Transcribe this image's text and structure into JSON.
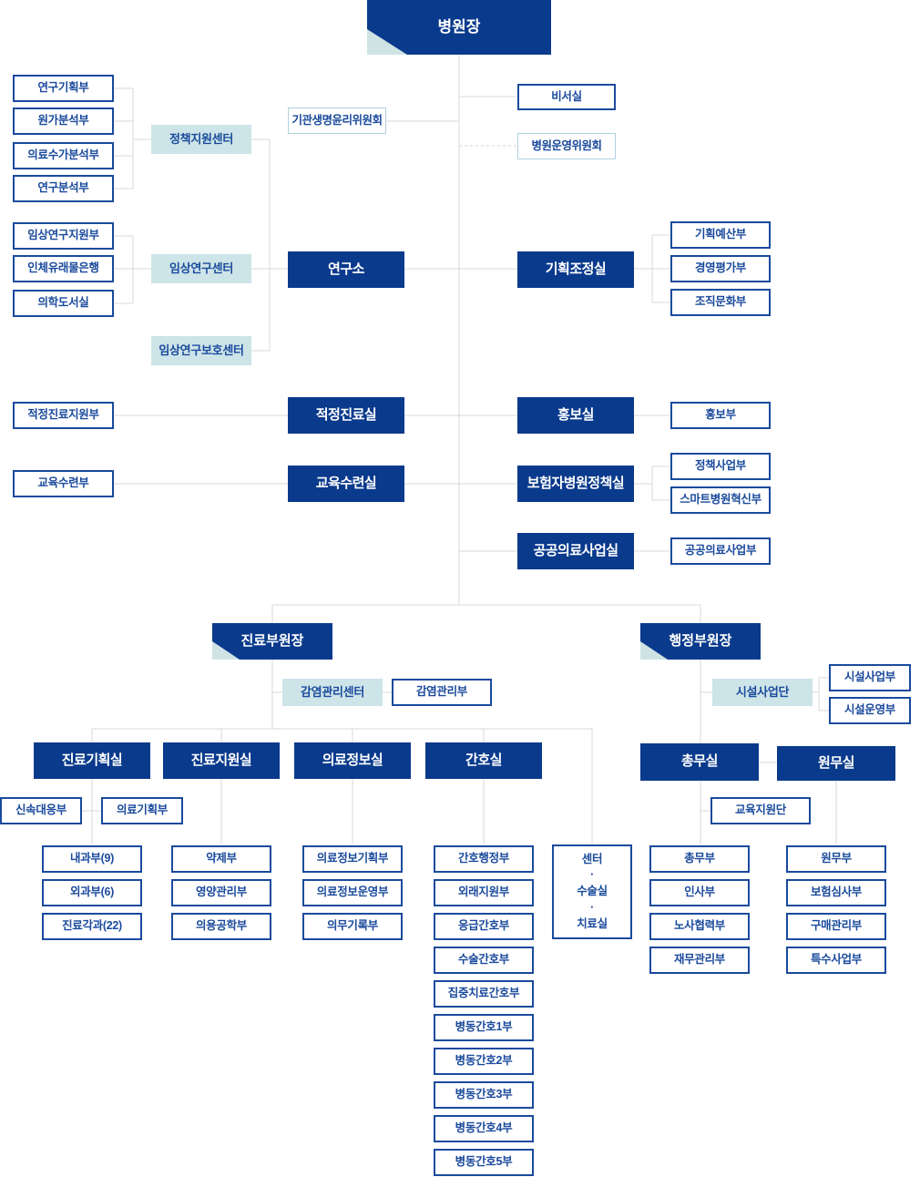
{
  "palette": {
    "primary_blue": "#0a3a8c",
    "navy_text_border": "#1a4a9c",
    "pale_center_fill": "#cde4e8",
    "pale_triangle": "#cfe3e5",
    "committee_border": "#b0d2e0",
    "connector_line": "#d9d9d9"
  },
  "nodes": {
    "ceo": "병원장",
    "secretary_office": "비서실",
    "irb_committee": "기관생명윤리위원회",
    "operation_committee": "병원운영위원회",
    "research_planning": "연구기획부",
    "cost_analysis": "원가분석부",
    "medical_fee_analysis": "의료수가분석부",
    "research_analysis": "연구분석부",
    "policy_support_center": "정책지원센터",
    "clinical_research_support": "임상연구지원부",
    "biobank": "인체유래물은행",
    "medical_library": "의학도서실",
    "clinical_research_center": "임상연구센터",
    "clinical_research_protection_center": "임상연구보호센터",
    "research_institute": "연구소",
    "planning_coordination_office": "기획조정실",
    "planning_budget": "기획예산부",
    "management_evaluation": "경영평가부",
    "org_culture": "조직문화부",
    "appropriate_care_support": "적정진료지원부",
    "appropriate_care_office": "적정진료실",
    "pr_office": "홍보실",
    "pr_dept": "홍보부",
    "education_training_dept": "교육수련부",
    "education_training_office": "교육수련실",
    "insurer_hospital_policy_office": "보험자병원정책실",
    "policy_business": "정책사업부",
    "smart_hospital_innovation": "스마트병원혁신부",
    "public_medical_office": "공공의료사업실",
    "public_medical_dept": "공공의료사업부",
    "medical_vice_president": "진료부원장",
    "admin_vice_president": "행정부원장",
    "infection_control_center": "감염관리센터",
    "infection_control_dept": "감염관리부",
    "facility_group": "시설사업단",
    "facility_business": "시설사업부",
    "facility_operation": "시설운영부",
    "medical_planning_office": "진료기획실",
    "medical_support_office": "진료지원실",
    "medical_info_office": "의료정보실",
    "nursing_office": "간호실",
    "general_affairs_office": "총무실",
    "admission_office": "원무실",
    "rapid_response": "신속대응부",
    "medical_planning_dept": "의료기획부",
    "education_support_group": "교육지원단",
    "internal_medicine": "내과부(9)",
    "surgery": "외과부(6)",
    "clinical_depts": "진료각과(22)",
    "pharmacy": "약제부",
    "nutrition": "영양관리부",
    "biomedical_engineering": "의용공학부",
    "medical_info_planning": "의료정보기획부",
    "medical_info_operation": "의료정보운영부",
    "medical_records": "의무기록부",
    "nursing_admin": "간호행정부",
    "outpatient_support": "외래지원부",
    "emergency_nursing": "응급간호부",
    "surgical_nursing": "수술간호부",
    "icu_nursing": "집중치료간호부",
    "ward_nursing_1": "병동간호1부",
    "ward_nursing_2": "병동간호2부",
    "ward_nursing_3": "병동간호3부",
    "ward_nursing_4": "병동간호4부",
    "ward_nursing_5": "병동간호5부",
    "general_affairs_dept": "총무부",
    "hr_dept": "인사부",
    "labor_relations": "노사협력부",
    "finance_mgmt": "재무관리부",
    "admission_dept": "원무부",
    "insurance_review": "보험심사부",
    "purchasing_mgmt": "구매관리부",
    "special_business": "특수사업부"
  },
  "tall_box_lines": [
    "센터",
    "·",
    "수술실",
    "·",
    "치료실"
  ]
}
